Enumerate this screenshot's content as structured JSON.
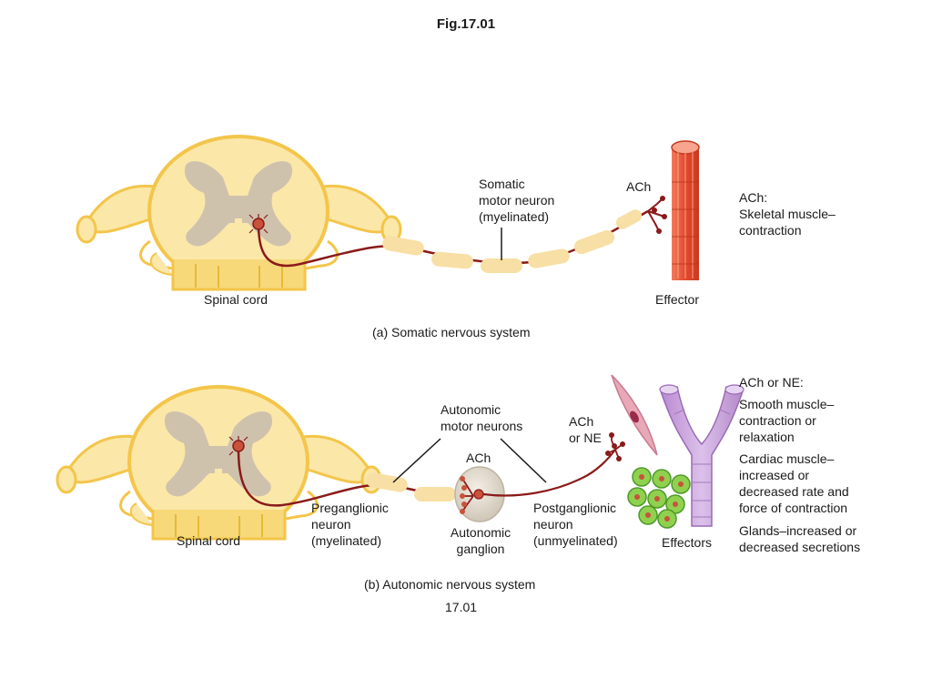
{
  "title": "Fig.17.01",
  "panel_a": {
    "spinal_cord": "Spinal cord",
    "neuron_label": [
      "Somatic",
      "motor neuron",
      "(myelinated)"
    ],
    "transmitter": "ACh",
    "effector": "Effector",
    "effect_title": "ACh:",
    "effect_lines": [
      "Skeletal muscle–",
      "contraction"
    ],
    "caption": "(a) Somatic nervous system"
  },
  "panel_b": {
    "spinal_cord": "Spinal cord",
    "motor_neurons": [
      "Autonomic",
      "motor neurons"
    ],
    "ganglion_transmitter": "ACh",
    "post_transmitter": [
      "ACh",
      "or NE"
    ],
    "preganglionic": [
      "Preganglionic",
      "neuron",
      "(myelinated)"
    ],
    "ganglion": [
      "Autonomic",
      "ganglion"
    ],
    "postganglionic": [
      "Postganglionic",
      "neuron",
      "(unmyelinated)"
    ],
    "effectors": "Effectors",
    "effect_title": "ACh or NE:",
    "effect_smooth": [
      "Smooth muscle–",
      "contraction or",
      "relaxation"
    ],
    "effect_cardiac": [
      "Cardiac muscle–",
      "increased or",
      "decreased rate and",
      "force of contraction"
    ],
    "effect_glands": [
      "Glands–increased or",
      "decreased secretions"
    ],
    "caption": "(b) Autonomic nervous system"
  },
  "footer": "17.01",
  "colors": {
    "cord_fill": "#fbe7a8",
    "cord_edge": "#f3c54a",
    "grey_matter": "#cfc2ad",
    "axon": "#8b1a1a",
    "myelin": "#f8dfa5",
    "muscle": "#e8553a",
    "vessel": "#c9a2dc",
    "gland": "#8fd14f"
  }
}
